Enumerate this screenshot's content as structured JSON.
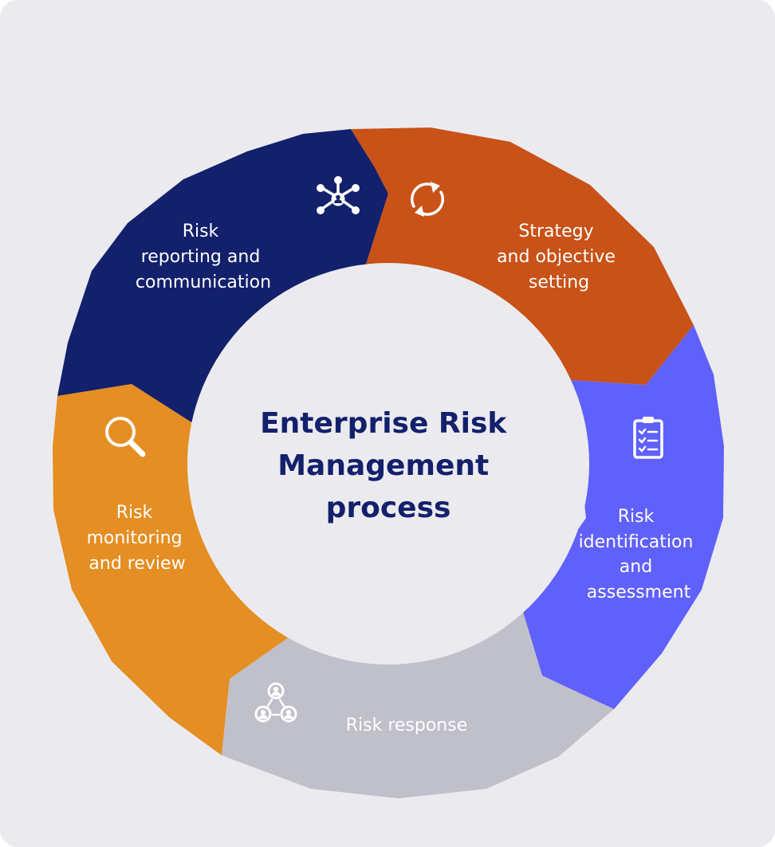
{
  "center": {
    "lines": [
      "Enterprise Risk",
      "Management",
      "process"
    ]
  },
  "segments": [
    {
      "id": "reporting",
      "lines": [
        "Risk",
        "reporting and",
        "communication"
      ],
      "color": "#13206b",
      "icon": "network-icon"
    },
    {
      "id": "strategy",
      "lines": [
        "Strategy",
        "and objective",
        "setting"
      ],
      "color": "#c85217",
      "icon": "cycle-arrows-icon"
    },
    {
      "id": "identification",
      "lines": [
        "Risk",
        "identification",
        "and",
        "assessment"
      ],
      "color": "#6061fb",
      "icon": "checklist-icon"
    },
    {
      "id": "response",
      "lines": [
        "Risk response"
      ],
      "color": "#c0c0cb",
      "icon": "team-icon"
    },
    {
      "id": "monitoring",
      "lines": [
        "Risk",
        "monitoring",
        "and review"
      ],
      "color": "#e48e23",
      "icon": "magnifier-icon"
    }
  ],
  "colors": {
    "background": "#ebebef",
    "center_fill": "#ebebef",
    "title": "#13206b"
  }
}
